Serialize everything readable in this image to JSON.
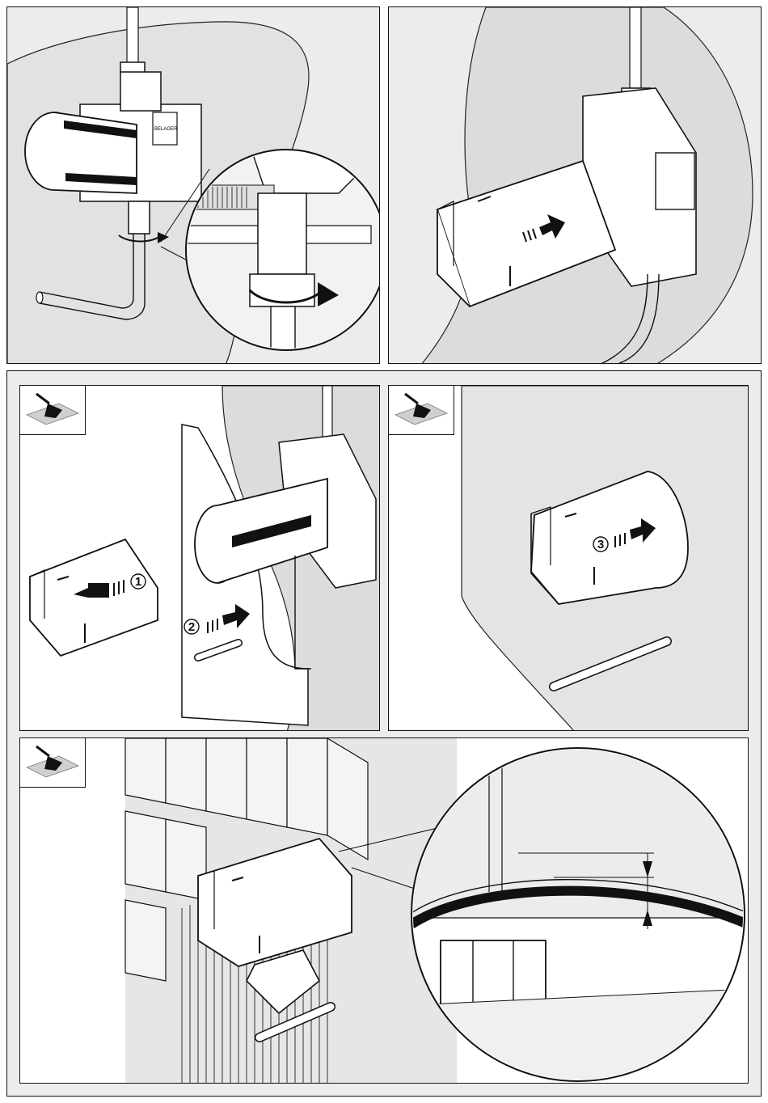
{
  "figure": {
    "panels": [
      {
        "id": "p1",
        "content": "valve-connection-detail",
        "step_number": ""
      },
      {
        "id": "p2",
        "content": "protective-cap-installed",
        "step_number": ""
      },
      {
        "id": "p3",
        "content": "cap-reposition",
        "step_number": ""
      },
      {
        "id": "p4",
        "content": "cap-refit",
        "step_number": ""
      },
      {
        "id": "p5",
        "content": "tiling-depth-detail",
        "step_number": ""
      }
    ],
    "step_labels": [
      "1",
      "2",
      "3"
    ],
    "brand_mark": "BELAGER",
    "icons": [
      "trowel-icon",
      "trowel-icon",
      "trowel-icon"
    ],
    "colors": {
      "line": "#111111",
      "panel_bg": "#ececec",
      "wall": "#d9d9d9",
      "white": "#ffffff"
    }
  }
}
